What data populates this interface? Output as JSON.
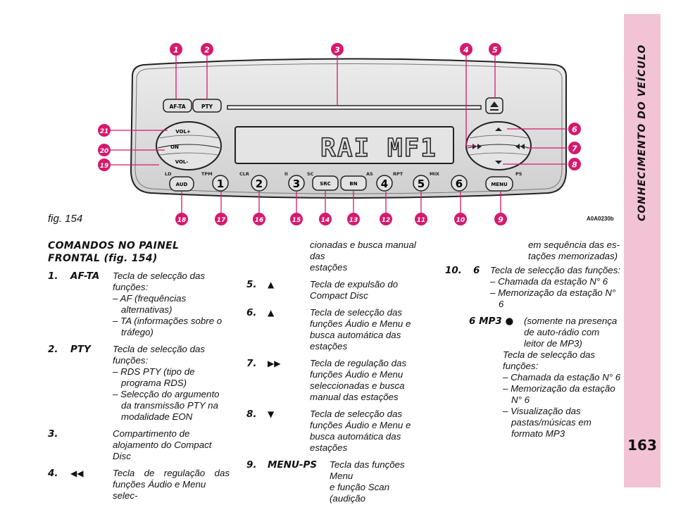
{
  "sidebar": {
    "title": "CONHECIMENTO DO VEÍCULO",
    "page_number": "163"
  },
  "figure": {
    "caption": "fig. 154",
    "code": "A0A0230b",
    "display_text": "RAI MF1",
    "button_labels": {
      "af_ta": "AF-TA",
      "pty": "PTY",
      "vol_plus": "VOL+",
      "on": "ON",
      "vol_minus": "VOL-",
      "aud": "AUD",
      "preset1": "1",
      "preset2": "2",
      "preset3": "3",
      "src": "SRC",
      "bn": "BN",
      "preset4": "4",
      "preset5": "5",
      "preset6": "6",
      "menu": "MENU"
    },
    "panel_labels": {
      "ld": "LD",
      "tpm": "TPM",
      "clr": "CLR",
      "pause": "II",
      "sc": "SC",
      "as": "AS",
      "rpt": "RPT",
      "mix": "MIX",
      "ps": "PS"
    },
    "callouts": [
      "1",
      "2",
      "3",
      "4",
      "5",
      "6",
      "7",
      "8",
      "9",
      "10",
      "11",
      "12",
      "13",
      "14",
      "15",
      "16",
      "17",
      "18",
      "19",
      "20",
      "21"
    ],
    "accent_color": "#d6196e"
  },
  "content": {
    "heading": "COMANDOS NO PAINEL FRONTAL",
    "heading_ref": "fig. 154",
    "items": [
      {
        "num": "1.",
        "key": "AF-TA",
        "text": "Tecla de selecção das funções:",
        "subs": [
          "– AF (frequências alternativas)",
          "– TA (informações sobre o tráfego)"
        ]
      },
      {
        "num": "2.",
        "key": "PTY",
        "text": "Tecla de selecção das funções:",
        "subs": [
          "– RDS PTY (tipo de programa RDS)",
          "– Selecção do argumento da transmissão PTY na modalidade EON"
        ]
      },
      {
        "num": "3.",
        "key": "",
        "text": "Compartimento de alojamento do Compact Disc",
        "subs": []
      },
      {
        "num": "4.",
        "key": "◀◀",
        "text": "Tecla de regulação das funções Áudio e Menu seleccionadas e busca manual das estações",
        "subs": []
      },
      {
        "num": "5.",
        "key": "▲",
        "text": "Tecla de expulsão do Compact Disc",
        "subs": []
      },
      {
        "num": "6.",
        "key": "▲",
        "text": "Tecla de selecção das funções Áudio e Menu e busca automática das estações",
        "subs": []
      },
      {
        "num": "7.",
        "key": "▶▶",
        "text": "Tecla de regulação das funções Áudio e Menu seleccionadas e busca manual das estações",
        "subs": []
      },
      {
        "num": "8.",
        "key": "▼",
        "text": "Tecla de selecção das funções Áudio e Menu e busca automática das estações",
        "subs": []
      },
      {
        "num": "9.",
        "key": "MENU-PS",
        "text": "Tecla das funções Menu e função Scan (audição em sequência das estações memorizadas)",
        "subs": []
      },
      {
        "num": "10.",
        "key": "6",
        "text": "Tecla de selecção das funções:",
        "subs": [
          "– Chamada da estação N° 6",
          "– Memorização da estação N° 6"
        ]
      },
      {
        "num": "",
        "key": "6 MP3 ●",
        "text": "(somente na presença de auto-rádio com leitor de MP3)",
        "subs": []
      }
    ],
    "part4_line1": "Tecla de regulação das",
    "part4_line2": "funções Áudio e Menu selec-",
    "part4_cont1": "cionadas e busca manual das",
    "part4_cont2": "estações",
    "part9_line1": "Tecla das funções Menu",
    "part9_line2": "e função Scan (audição",
    "part9_cont1": "em sequência das es-",
    "part9_cont2": "tações memorizadas)",
    "mp3_sub_intro": "Tecla de selecção das funções:",
    "mp3_subs": [
      "– Chamada da estação N° 6",
      "– Memorização da estação N° 6",
      "– Visualização das pastas/músicas em formato MP3"
    ]
  }
}
